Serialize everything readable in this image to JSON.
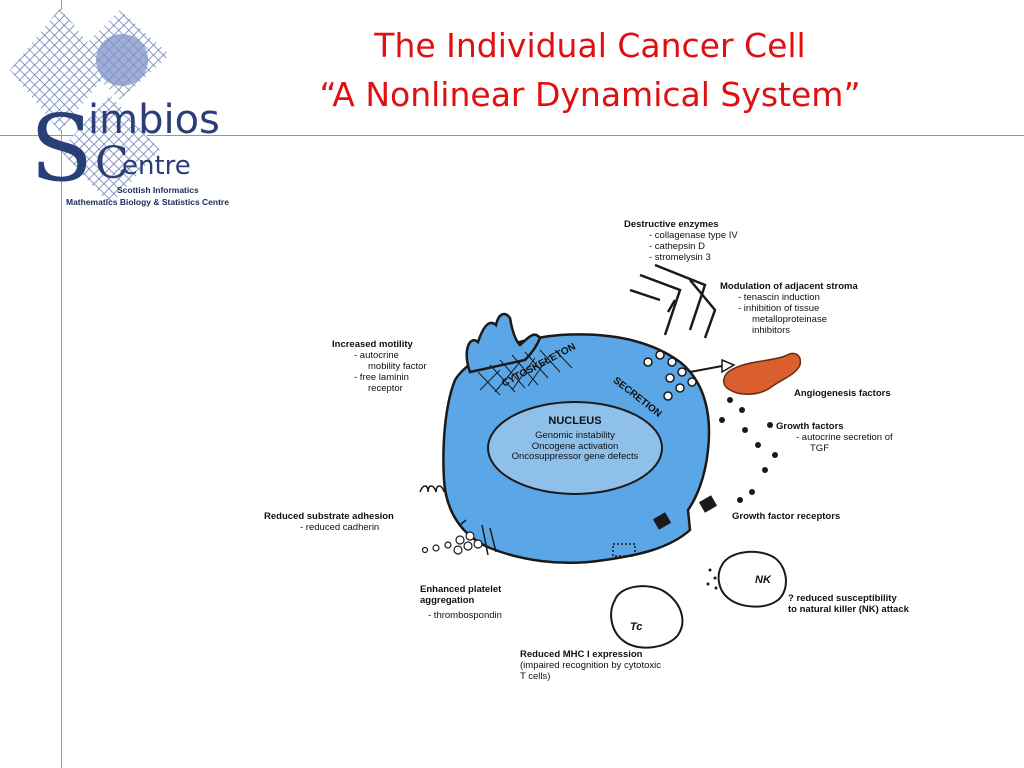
{
  "title": {
    "line1": "The Individual Cancer Cell",
    "line2": "“A Nonlinear Dynamical System”"
  },
  "logo": {
    "brand_s": "S",
    "brand_rest": "imbios",
    "brand_c": "C",
    "brand_entre": "entre",
    "sub1": "Scottish Informatics",
    "sub2": "Mathematics Biology & Statistics Centre"
  },
  "cell": {
    "cytoskeleton": "CYTOSKELETON",
    "secretion": "SECRETION",
    "nucleus_title": "NUCLEUS",
    "nucleus_lines": [
      "Genomic instability",
      "Oncogene activation",
      "Oncosuppressor gene defects"
    ],
    "tc_label": "Tc",
    "nk_label": "NK"
  },
  "labels": {
    "destructive": {
      "heading": "Destructive enzymes",
      "items": [
        "- collagenase type IV",
        "- cathepsin D",
        "- stromelysin 3"
      ]
    },
    "stroma": {
      "heading": "Modulation of adjacent stroma",
      "items": [
        "-  tenascin induction",
        "-  inhibition of tissue",
        "metalloproteinase",
        "inhibitors"
      ]
    },
    "motility": {
      "heading": "Increased motility",
      "items": [
        "-  autocrine",
        "mobility factor",
        "-  free laminin",
        "receptor"
      ]
    },
    "angiogenesis": {
      "heading": "Angiogenesis factors"
    },
    "growth": {
      "heading": "Growth factors",
      "items": [
        "-  autocrine secretion of",
        "TGF"
      ]
    },
    "receptors": {
      "heading": "Growth factor receptors"
    },
    "adhesion": {
      "heading": "Reduced substrate adhesion",
      "items": [
        "-  reduced cadherin"
      ]
    },
    "platelet": {
      "heading1": "Enhanced platelet",
      "heading2": "aggregation",
      "items": [
        "-  thrombospondin"
      ]
    },
    "nk": {
      "line1": "? reduced susceptibility",
      "line2": "to natural killer (NK) attack"
    },
    "mhc": {
      "heading": "Reduced MHC I expression",
      "items": [
        "(impaired recognition by cytotoxic",
        "T cells)"
      ]
    }
  },
  "colors": {
    "title": "#e01010",
    "rule": "#e87a5a",
    "cell": "#5aa6e6",
    "nucleus": "#8fc0ea",
    "stroma": "#d9602e",
    "logo": "#2a3f78"
  }
}
